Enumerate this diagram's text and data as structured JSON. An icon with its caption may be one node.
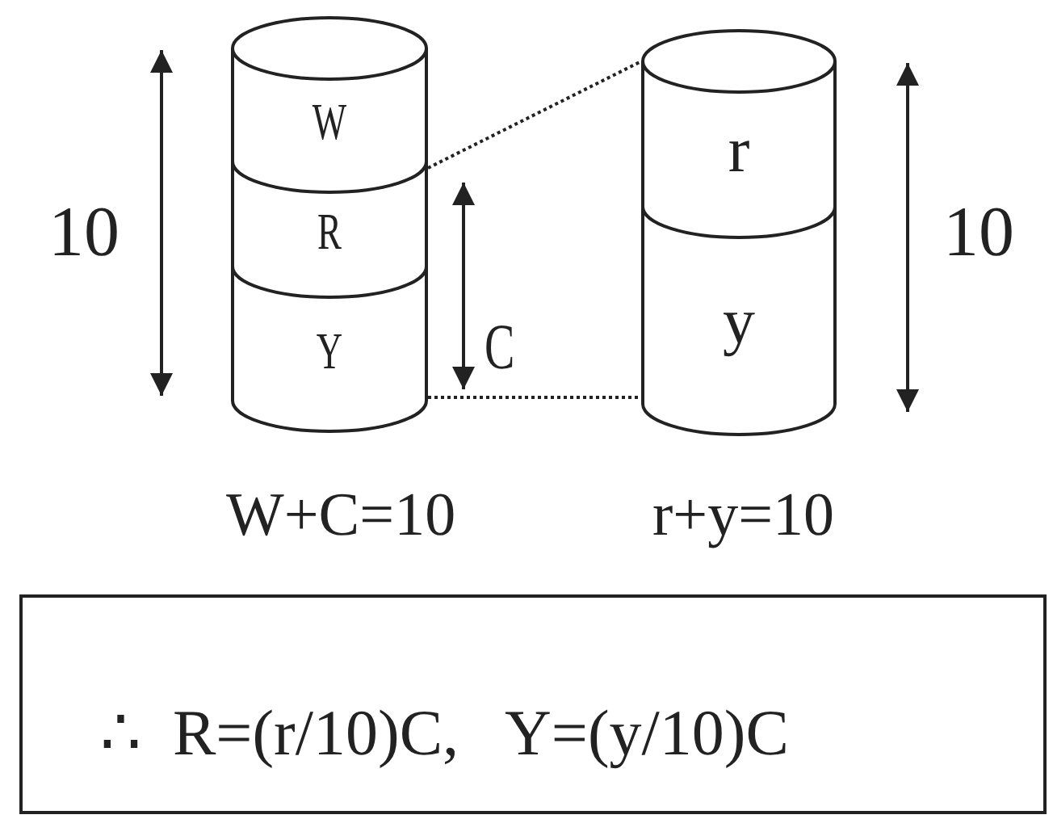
{
  "diagram": {
    "nodes": [
      {
        "text": [],
        "shape": "cylinder"
      },
      {
        "text": [
          "W"
        ],
        "in": 0
      },
      {
        "text": [
          "R"
        ],
        "in": 0
      },
      {
        "text": [
          "Y"
        ],
        "in": 0
      },
      {
        "text": [],
        "shape": "cylinder"
      },
      {
        "text": [
          "r"
        ],
        "in": 4
      },
      {
        "text": [
          "y"
        ],
        "in": 4
      },
      {
        "text": [
          "∴  R=(r/10)C,   Y=(y/10)C"
        ]
      }
    ],
    "edges": [
      {
        "from": 2,
        "to": 4,
        "arrow": "none",
        "style": "dashed"
      },
      {
        "from": 3,
        "to": 6,
        "arrow": "none",
        "style": "dashed"
      }
    ],
    "labels": [
      "10",
      "C",
      "10",
      "W+C=10",
      "r+y=10"
    ]
  }
}
